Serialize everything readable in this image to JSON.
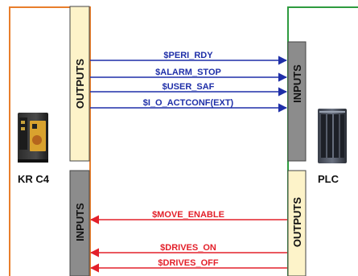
{
  "colors": {
    "kr_frame": "#E87E2C",
    "plc_frame": "#2E9B3F",
    "outputs_block": "#FDF3C9",
    "inputs_block": "#8C8C8C",
    "blue_signal": "#1F2FA8",
    "red_signal": "#E3202A"
  },
  "kr": {
    "label": "KR C4",
    "icon": "robot-controller-cabinet-icon"
  },
  "plc": {
    "label": "PLC",
    "icon": "plc-rack-icon"
  },
  "blocks": {
    "kr_outputs": "OUTPUTS",
    "kr_inputs": "INPUTS",
    "plc_inputs": "INPUTS",
    "plc_outputs": "OUTPUTS"
  },
  "signals_to_plc": [
    "$PERI_RDY",
    "$ALARM_STOP",
    "$USER_SAF",
    "$I_O_ACTCONF(EXT)"
  ],
  "signals_to_kr": [
    "$MOVE_ENABLE",
    "$DRIVES_ON",
    "$DRIVES_OFF"
  ]
}
